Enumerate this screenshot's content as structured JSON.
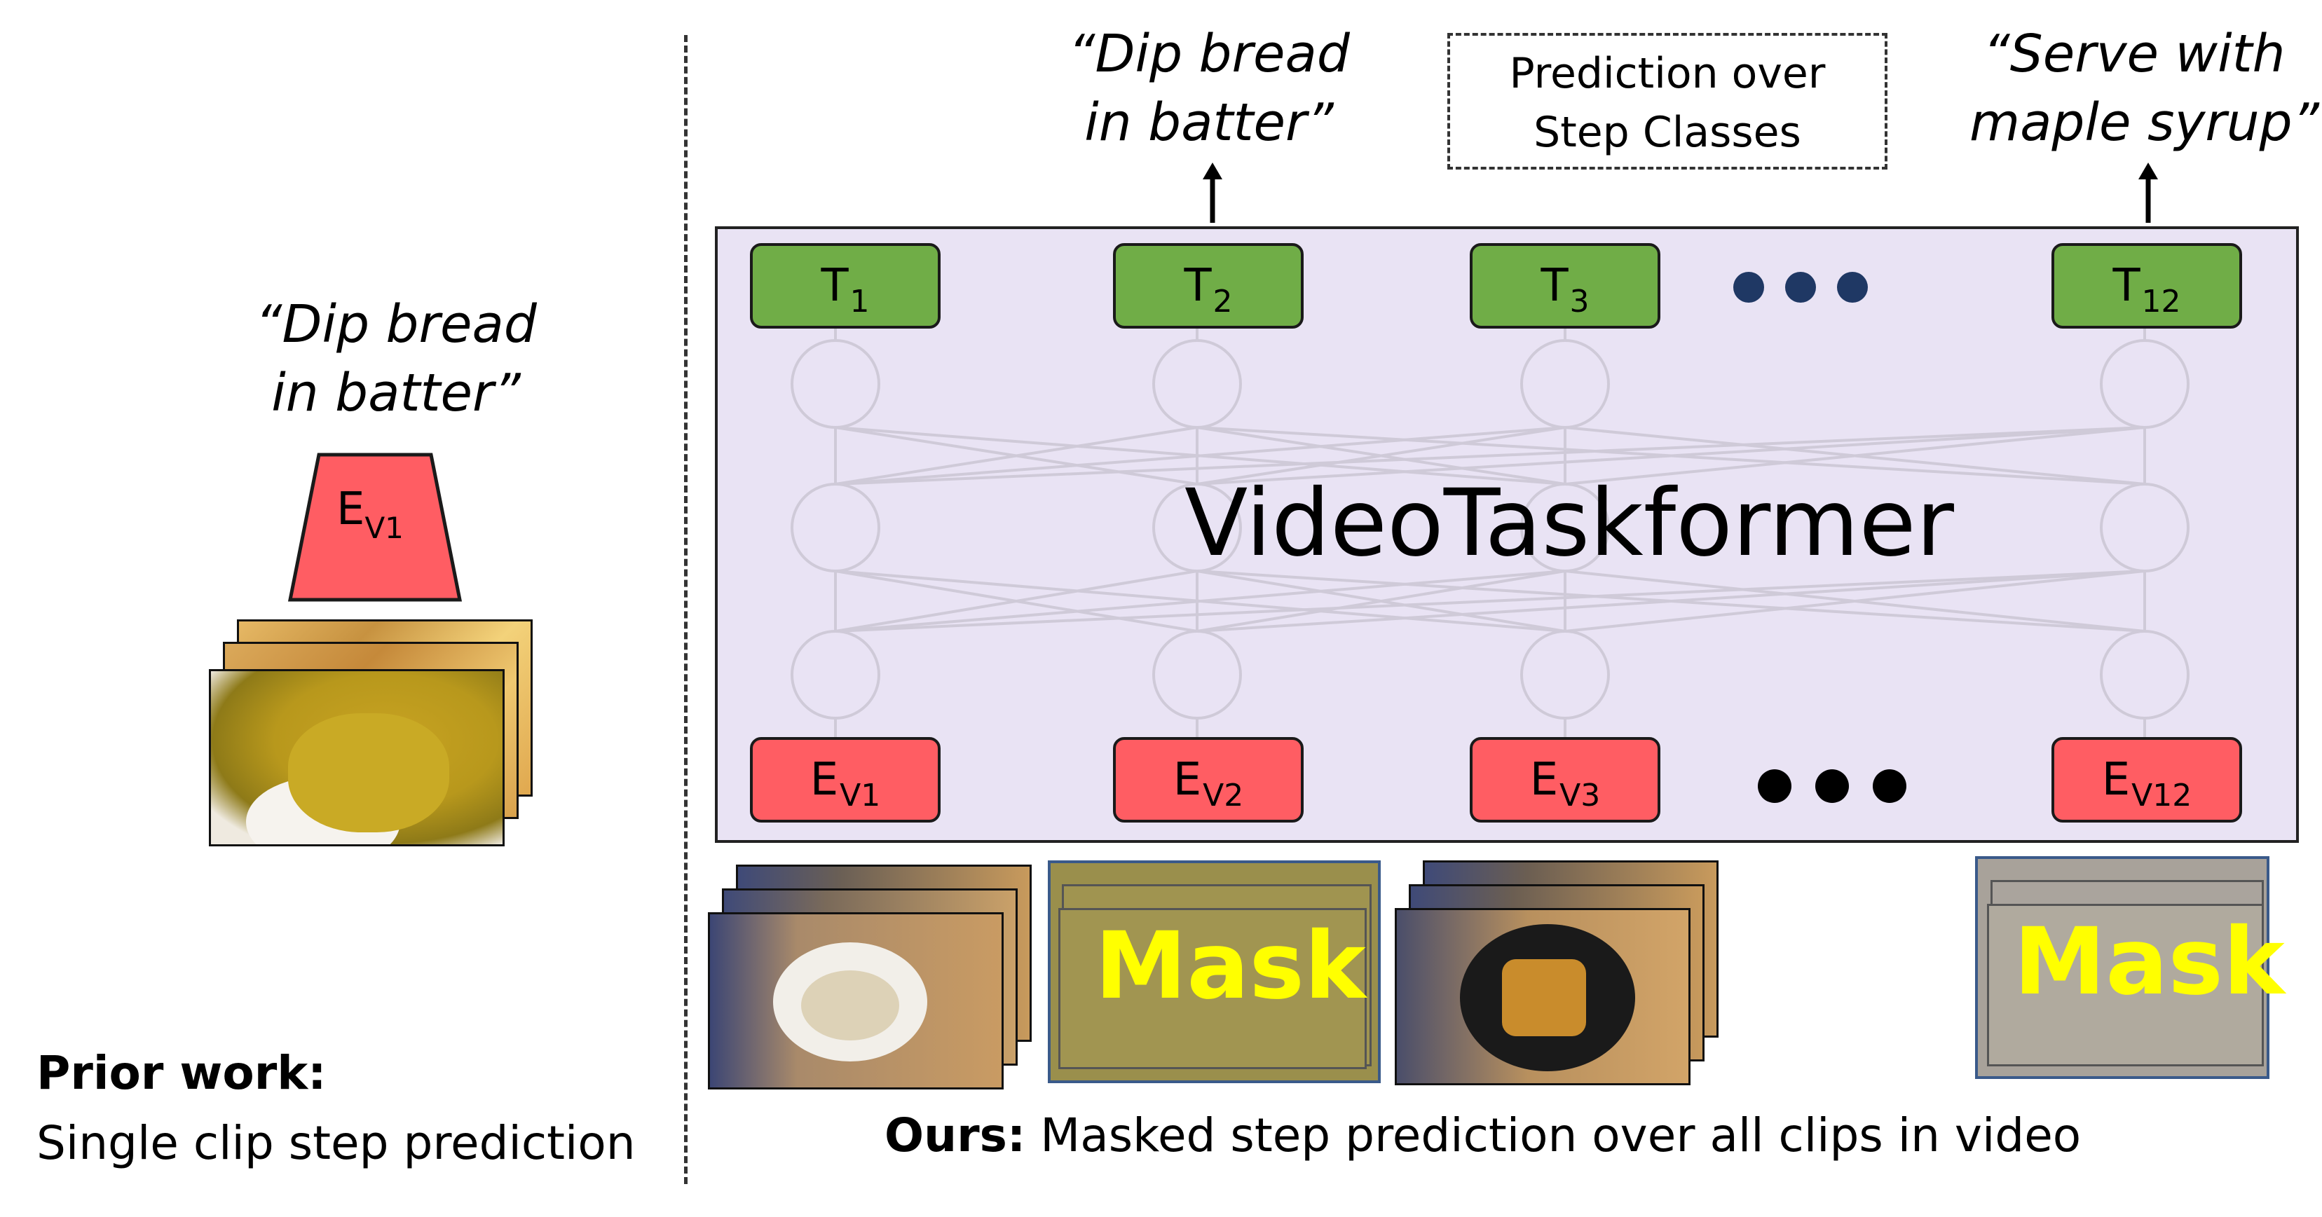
{
  "left": {
    "quote_line1": "“Dip bread",
    "quote_line2": "in batter”",
    "encoder_label": "E",
    "encoder_sub": "V1",
    "caption_bold": "Prior work:",
    "caption_text": "Single clip step prediction"
  },
  "right": {
    "quote_t2_line1": "“Dip bread",
    "quote_t2_line2": "in batter”",
    "prediction_box_line1": "Prediction over",
    "prediction_box_line2": "Step Classes",
    "quote_t12_line1": "“Serve with",
    "quote_t12_line2": "maple syrup”",
    "model_title": "VideoTaskformer",
    "top_tokens": [
      {
        "label": "T",
        "sub": "1"
      },
      {
        "label": "T",
        "sub": "2"
      },
      {
        "label": "T",
        "sub": "3"
      },
      {
        "label": "T",
        "sub": "12"
      }
    ],
    "bottom_tokens": [
      {
        "label": "E",
        "sub": "V1"
      },
      {
        "label": "E",
        "sub": "V2"
      },
      {
        "label": "E",
        "sub": "V3"
      },
      {
        "label": "E",
        "sub": "V12"
      }
    ],
    "mask_label_1": "Mask",
    "mask_label_2": "Mask",
    "caption_bold": "Ours:",
    "caption_text": " Masked step prediction over all clips in video"
  },
  "colors": {
    "transformer_bg": "#e9e3f4",
    "token_top": "#70ad47",
    "token_bottom": "#ff5d63",
    "mask_text": "#ffff00",
    "dots_top": "#1f3864"
  }
}
